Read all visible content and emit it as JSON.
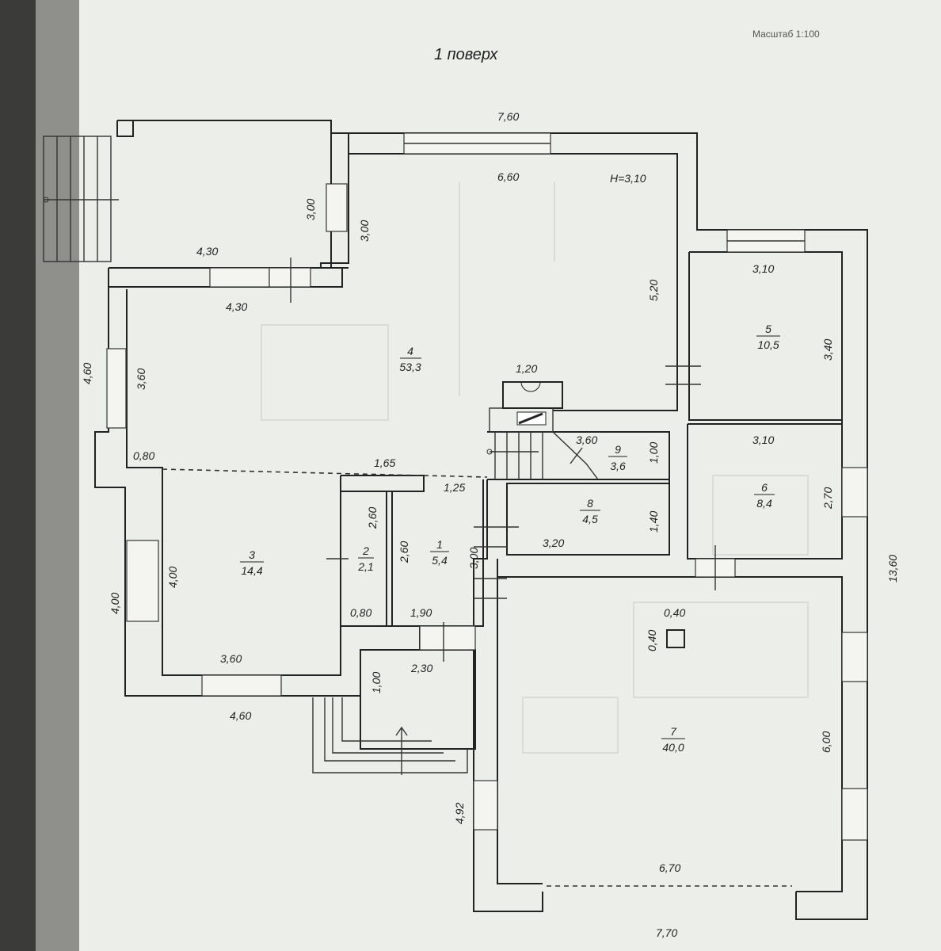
{
  "title": "1 поверх",
  "scale": "Масштаб 1:100",
  "height_mark": "H=3,10",
  "rooms": [
    {
      "number": "1",
      "area": "5,4"
    },
    {
      "number": "2",
      "area": "2,1"
    },
    {
      "number": "3",
      "area": "14,4"
    },
    {
      "number": "4",
      "area": "53,3"
    },
    {
      "number": "5",
      "area": "10,5"
    },
    {
      "number": "6",
      "area": "8,4"
    },
    {
      "number": "7",
      "area": "40,0"
    },
    {
      "number": "8",
      "area": "4,5"
    },
    {
      "number": "9",
      "area": "3,6"
    }
  ],
  "dimensions": {
    "top_total": "7,60",
    "top_inner": "6,60",
    "left_total": "4,60",
    "right_total": "13,60",
    "bottom_total": "7,70",
    "terrace_width": "4,30",
    "terrace_width_inner": "4,30",
    "terrace_depth_outer": "3,00",
    "terrace_depth_inner": "3,00",
    "hall_height": "5,20",
    "hall_left": "3,60",
    "ledge": "0,80",
    "fireplace": "1,20",
    "room5_width": "3,10",
    "room5_depth": "3,40",
    "room6_width": "3,10",
    "room6_depth": "2,70",
    "room9_width": "3,60",
    "room9_depth": "1,00",
    "opening_1": "1,65",
    "opening_2": "1,25",
    "room8_depth": "1,40",
    "room8_width": "3,20",
    "room2_depth": "2,60",
    "room1_depth_left": "2,60",
    "room1_depth_right": "3,00",
    "room2_width": "0,80",
    "room1_width": "1,90",
    "room3_depth_inner": "4,00",
    "room3_depth_outer": "4,00",
    "room3_width": "3,60",
    "bottom_left": "4,60",
    "porch_width": "2,30",
    "porch_depth": "1,00",
    "col_a": "0,40",
    "col_b": "0,40",
    "room7_depth": "6,00",
    "room7_width": "6,70",
    "offset_left": "4,92"
  }
}
